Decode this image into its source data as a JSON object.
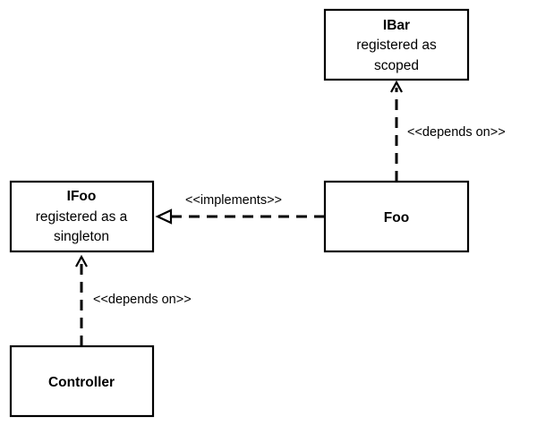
{
  "nodes": {
    "ibar": {
      "title": "IBar",
      "line1": "registered as",
      "line2": "scoped"
    },
    "ifoo": {
      "title": "IFoo",
      "line1": "registered as a",
      "line2": "singleton"
    },
    "foo": {
      "title": "Foo"
    },
    "controller": {
      "title": "Controller"
    }
  },
  "edges": {
    "foo_to_ibar": {
      "label": "<<depends on>>"
    },
    "foo_to_ifoo": {
      "label": "<<implements>>"
    },
    "controller_to_ifoo": {
      "label": "<<depends on>>"
    }
  }
}
